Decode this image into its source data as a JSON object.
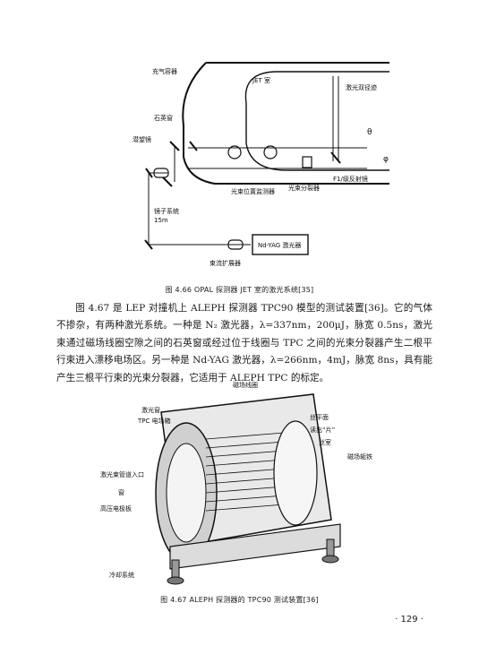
{
  "figure1": {
    "labels": {
      "gas_vessel": "充气容器",
      "jet_chamber": "JET 室",
      "laser_double_track": "激光双径迹",
      "quartz_window": "石英窗",
      "periscope": "潜望镜",
      "beam_position_monitor": "光束位置监测器",
      "beam_splitter": "光束分裂器",
      "reflecting_mirror": "F1/级反射镜",
      "mirror_system": "镜子系统",
      "distance": "15m",
      "laser": "Nd-YAG 激光器",
      "beam_expander": "束流扩展器",
      "theta": "θ",
      "phi": "φ"
    },
    "caption": "图 4.66   OPAL 探测器 JET 室的激光系统[35]"
  },
  "body": {
    "paragraph": "图 4.67 是 LEP 对撞机上 ALEPH 探测器 TPC90 模型的测试装置[36]。它的气体不掺杂，有两种激光系统。一种是 N₂ 激光器，λ=337nm，200μJ，脉宽 0.5ns，激光束通过磁场线圈空隙之间的石英窗或经过位于线圈与 TPC 之间的光束分裂器产生二根平行束进入漂移电场区。另一种是 Nd-YAG 激光器，λ=266nm，4mJ，脉宽 8ns，具有能产生三根平行束的光束分裂器，它适用于 ALEPH TPC 的标定。"
  },
  "figure2": {
    "labels": {
      "magnet_coil": "磁场线圈",
      "laser_window": "激光窗",
      "tpc_box": "TPC 电场箱",
      "wire_plane": "丝平面",
      "readout_pad": "读出“片”",
      "wire_chamber": "丝室",
      "magnet_yoke": "磁场轭铁",
      "laser_entry": "激光束管道入口",
      "window": "窗",
      "hv_plate": "高压电极板",
      "cooling": "冷却系统"
    },
    "caption": "图 4.67   ALEPH 探测器的 TPC90 测试装置[36]"
  },
  "page_number": "· 129 ·"
}
